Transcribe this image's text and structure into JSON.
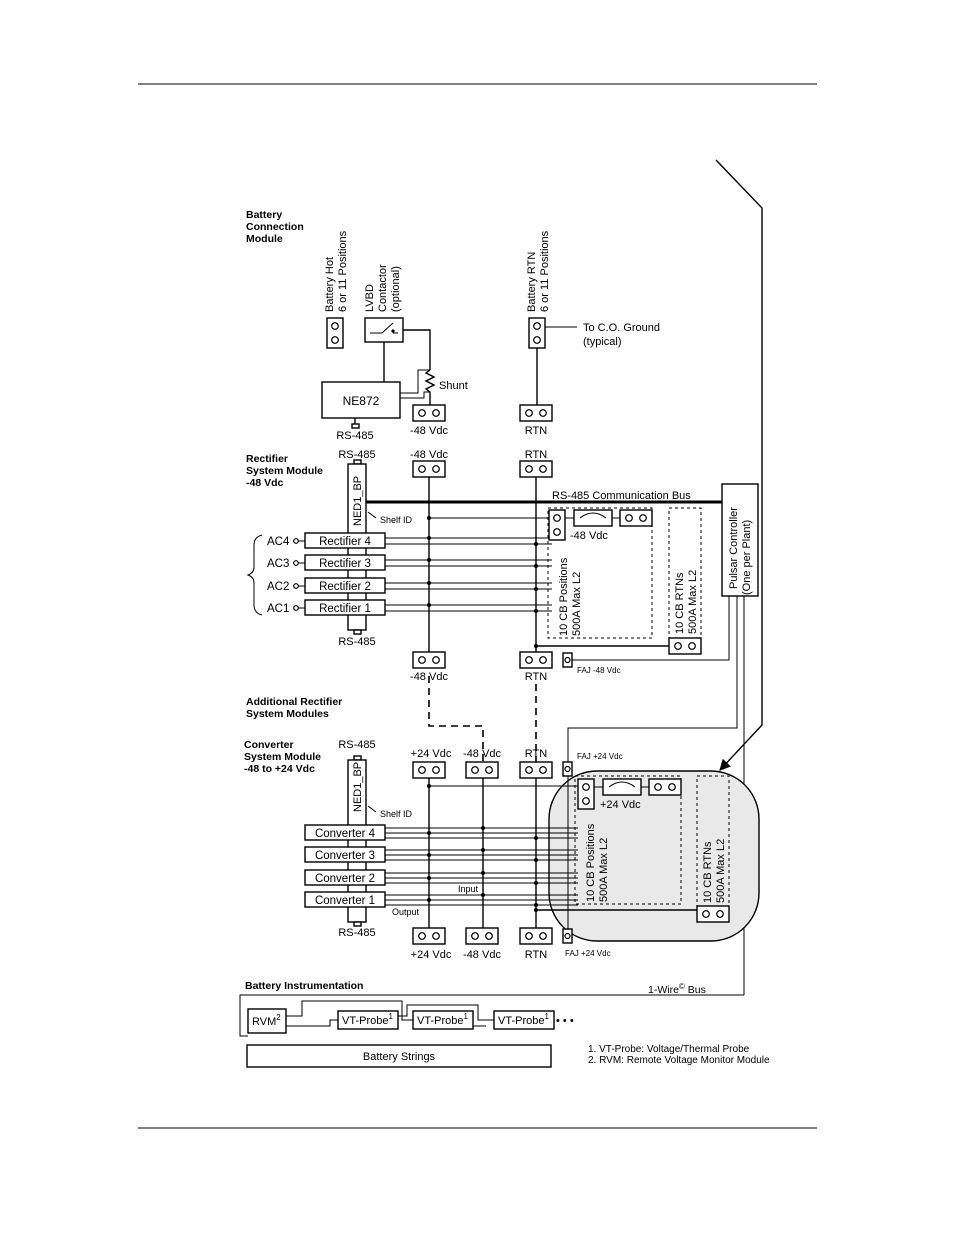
{
  "battery_connection_module": {
    "title_line1": "Battery",
    "title_line2": "Connection",
    "title_line3": "Module",
    "battery_hot_line1": "Battery Hot",
    "battery_hot_line2": "6 or 11 Positions",
    "lvbd_line1": "LVBD",
    "lvbd_line2": "Contactor",
    "lvbd_line3": "(optional)",
    "battery_rtn_line1": "Battery RTN",
    "battery_rtn_line2": "6 or 11 Positions",
    "to_co_ground_line1": "To C.O. Ground",
    "to_co_ground_line2": "(typical)",
    "shunt": "Shunt",
    "ne872": "NE872",
    "rs485": "RS-485",
    "minus48": "-48 Vdc",
    "rtn": "RTN"
  },
  "rectifier_module": {
    "title_line1": "Rectifier",
    "title_line2": "System Module",
    "title_line3": "-48 Vdc",
    "rs485_top": "RS-485",
    "minus48_top": "-48 Vdc",
    "rtn_top": "RTN",
    "ned1_bp": "NED1_BP",
    "bus_label": "RS-485 Communication Bus",
    "shelf_id": "Shelf ID",
    "cb_minus48": "-48 Vdc",
    "rectifiers": [
      "Rectifier 4",
      "Rectifier 3",
      "Rectifier 2",
      "Rectifier 1"
    ],
    "ac_inputs": [
      "AC4",
      "AC3",
      "AC2",
      "AC1"
    ],
    "cb_positions_line1": "10 CB Positions",
    "cb_positions_line2": "500A Max L2",
    "cb_rtns_line1": "10 CB RTNs",
    "cb_rtns_line2": "500A Max L2",
    "pulsar_line1": "Pulsar Controller",
    "pulsar_line2": "(One per Plant)",
    "rs485_bottom": "RS-485",
    "minus48_bottom": "-48 Vdc",
    "rtn_bottom": "RTN",
    "faj": "FAJ -48 Vdc"
  },
  "additional_modules": {
    "line1": "Additional Rectifier",
    "line2": "System Modules"
  },
  "converter_module": {
    "title_line1": "Converter",
    "title_line2": "System Module",
    "title_line3": "-48 to +24 Vdc",
    "rs485_top": "RS-485",
    "plus24_top": "+24 Vdc",
    "minus48_top": "-48 Vdc",
    "rtn_top": "RTN",
    "faj_top": "FAJ +24 Vdc",
    "ned1_bp": "NED1_BP",
    "shelf_id": "Shelf ID",
    "cb_plus24": "+24 Vdc",
    "converters": [
      "Converter 4",
      "Converter 3",
      "Converter 2",
      "Converter 1"
    ],
    "input": "Input",
    "output": "Output",
    "cb_positions_line1": "10 CB Positions",
    "cb_positions_line2": "500A Max L2",
    "cb_rtns_line1": "10 CB RTNs",
    "cb_rtns_line2": "500A Max L2",
    "rs485_bottom": "RS-485",
    "plus24_bottom": "+24 Vdc",
    "minus48_bottom": "-48 Vdc",
    "rtn_bottom": "RTN",
    "faj_bottom": "FAJ +24 Vdc"
  },
  "battery_instrumentation": {
    "title": "Battery Instrumentation",
    "one_wire_prefix": "1-Wire",
    "one_wire_mark": "©",
    "one_wire_suffix": " Bus",
    "rvm": "RVM",
    "rvm_sup": "2",
    "probes": [
      "VT-Probe",
      "VT-Probe",
      "VT-Probe"
    ],
    "probe_sup": "1",
    "ellipsis": "• • •",
    "battery_strings": "Battery Strings",
    "note1": "1. VT-Probe: Voltage/Thermal Probe",
    "note2": "2. RVM: Remote Voltage Monitor Module"
  }
}
